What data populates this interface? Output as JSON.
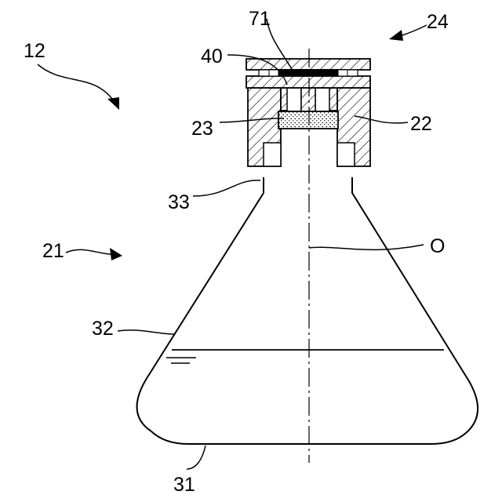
{
  "labels": {
    "l12": "12",
    "l71": "71",
    "l24": "24",
    "l40": "40",
    "l23": "23",
    "l22": "22",
    "l33": "33",
    "l21": "21",
    "lO": "O",
    "l32": "32",
    "l31": "31"
  },
  "colors": {
    "ink": "#000000",
    "paper": "#ffffff"
  }
}
